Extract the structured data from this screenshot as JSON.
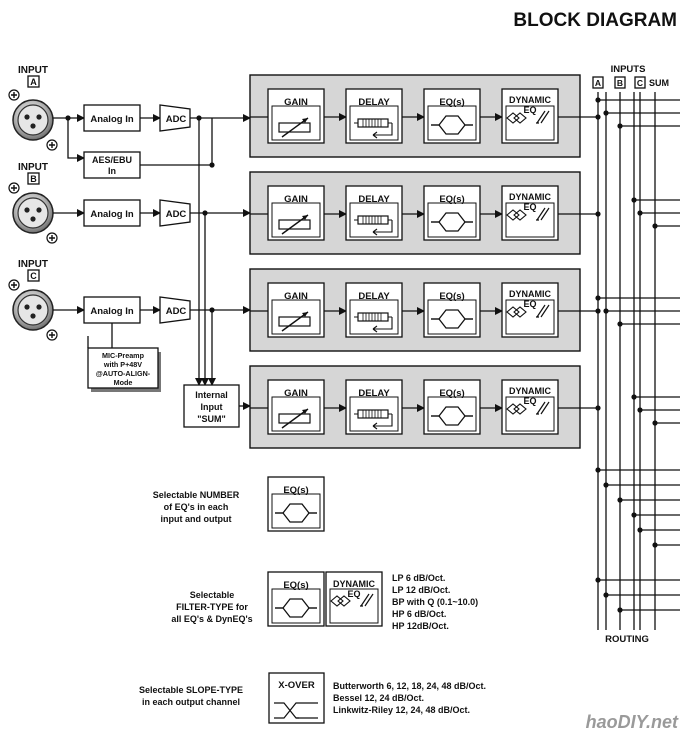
{
  "title": "BLOCK DIAGRAM",
  "inputs": [
    {
      "label": "INPUT",
      "letter": "A"
    },
    {
      "label": "INPUT",
      "letter": "B"
    },
    {
      "label": "INPUT",
      "letter": "C"
    }
  ],
  "blocks": {
    "analog_in": "Analog In",
    "adc": "ADC",
    "aes_line1": "AES/EBU",
    "aes_line2": "In",
    "mic_line1": "MIC-Preamp",
    "mic_line2": "with P+48V",
    "mic_line3": "@AUTO-ALIGN-",
    "mic_line4": "Mode",
    "sum_line1": "Internal",
    "sum_line2": "Input",
    "sum_line3": "\"SUM\""
  },
  "channel_modules": {
    "gain": "GAIN",
    "delay": "DELAY",
    "eqs": "EQ(s)",
    "dyn_line1": "DYNAMIC",
    "dyn_line2": "EQ"
  },
  "inputs_bus": {
    "title": "INPUTS",
    "a": "A",
    "b": "B",
    "c": "C",
    "sum": "SUM"
  },
  "routing": "ROUTING",
  "legend": {
    "number_text": [
      "Selectable NUMBER",
      "of EQ's in each",
      "input and output"
    ],
    "number_box": "EQ(s)",
    "filter_text": [
      "Selectable",
      "FILTER-TYPE for",
      "all EQ's & DynEQ's"
    ],
    "filter_eq": "EQ(s)",
    "filter_dyn1": "DYNAMIC",
    "filter_dyn2": "EQ",
    "filter_types": [
      "LP   6 dB/Oct.",
      "LP 12 dB/Oct.",
      "BP with Q (0.1~10.0)",
      "HP   6 dB/Oct.",
      "HP 12dB/Oct."
    ],
    "slope_text": [
      "Selectable SLOPE-TYPE",
      "in each output channel"
    ],
    "xover_box": "X-OVER",
    "slope_types": [
      "Butterworth 6, 12, 18, 24, 48 dB/Oct.",
      "Bessel 12, 24 dB/Oct.",
      "Linkwitz-Riley 12, 24, 48 dB/Oct."
    ]
  },
  "watermark": "haoDIY.net"
}
